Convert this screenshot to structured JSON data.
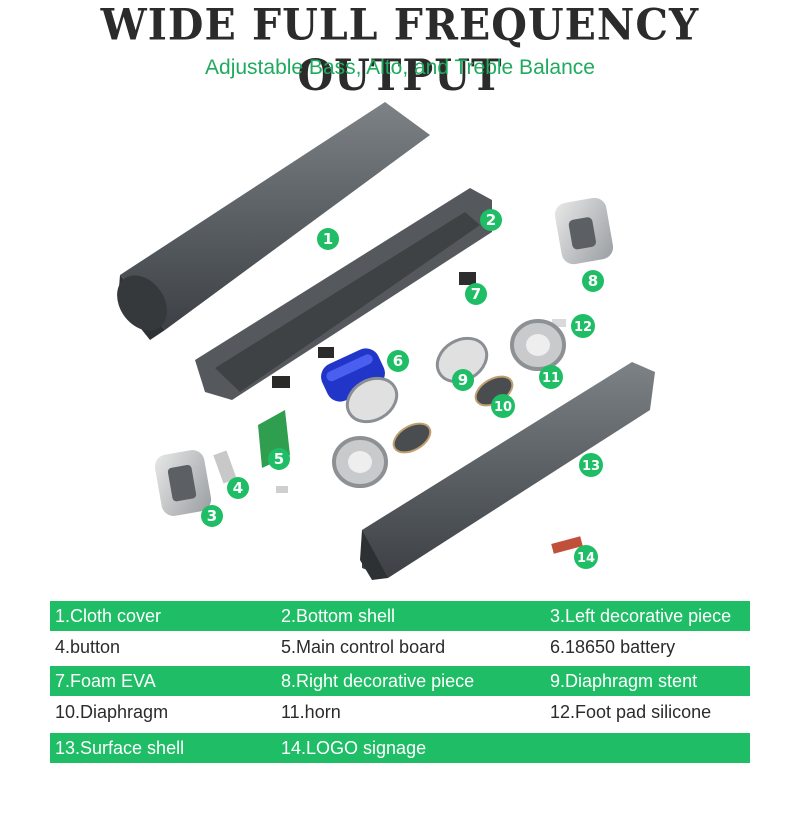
{
  "title": "WIDE FULL FREQUENCY OUTPUT",
  "subtitle": "Adjustable Bass, Alto, and Treble Balance",
  "callouts": [
    "1",
    "2",
    "3",
    "4",
    "5",
    "6",
    "7",
    "8",
    "9",
    "10",
    "11",
    "12",
    "13",
    "14"
  ],
  "legend": [
    [
      "1.Cloth cover",
      "2.Bottom shell",
      "3.Left decorative piece"
    ],
    [
      "4.button",
      "5.Main control board",
      "6.18650 battery"
    ],
    [
      "7.Foam EVA",
      "8.Right decorative piece",
      "9.Diaphragm stent"
    ],
    [
      "10.Diaphragm",
      "11.horn",
      "12.Foot pad silicone"
    ],
    [
      "13.Surface shell",
      "14.LOGO signage",
      ""
    ]
  ],
  "colors": {
    "accent": "#1fbd66",
    "title": "#2b2b2b",
    "subtitle": "#1fab5e"
  }
}
